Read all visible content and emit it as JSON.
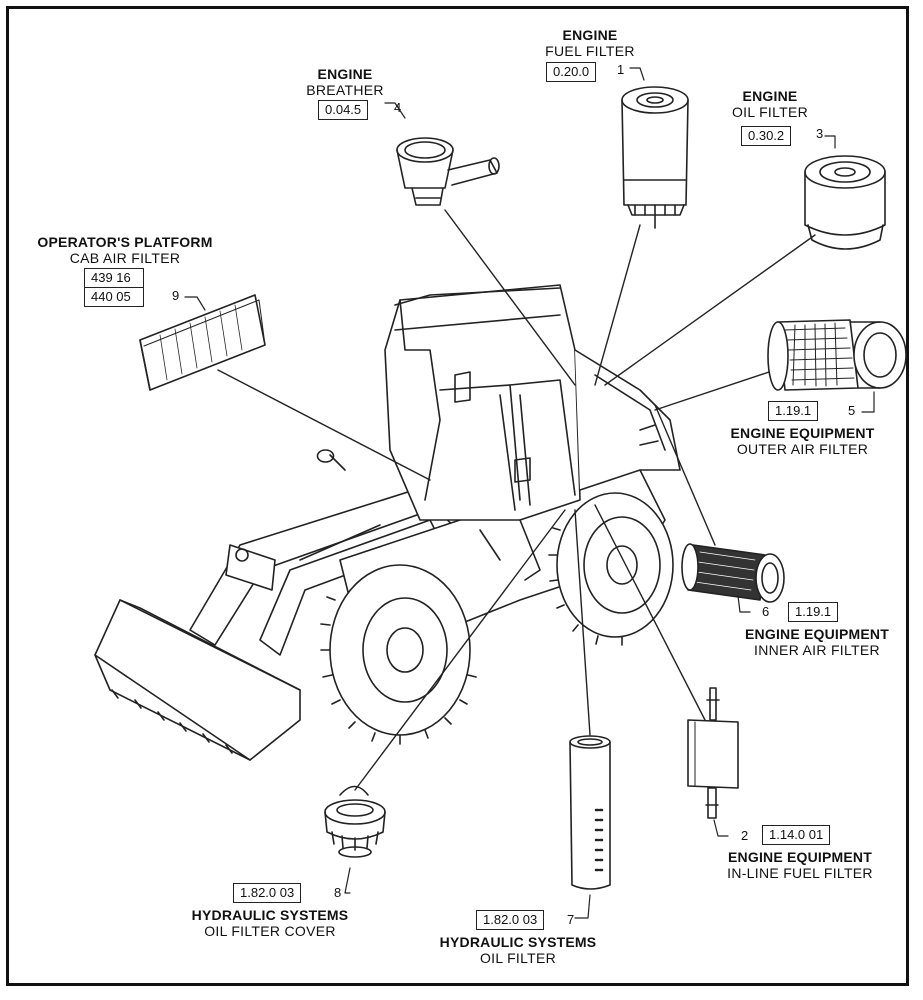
{
  "parts": [
    {
      "id": "fuel_filter",
      "title": "ENGINE",
      "subtitle": "FUEL FILTER",
      "codes": [
        "0.20.0"
      ],
      "number": "1"
    },
    {
      "id": "inline_fuel_filter",
      "title": "ENGINE EQUIPMENT",
      "subtitle": "IN-LINE FUEL FILTER",
      "codes": [
        "1.14.0 01"
      ],
      "number": "2"
    },
    {
      "id": "oil_filter",
      "title": "ENGINE",
      "subtitle": "OIL FILTER",
      "codes": [
        "0.30.2"
      ],
      "number": "3"
    },
    {
      "id": "breather",
      "title": "ENGINE",
      "subtitle": "BREATHER",
      "codes": [
        "0.04.5"
      ],
      "number": "4"
    },
    {
      "id": "outer_air_filter",
      "title": "ENGINE EQUIPMENT",
      "subtitle": "OUTER AIR FILTER",
      "codes": [
        "1.19.1"
      ],
      "number": "5"
    },
    {
      "id": "inner_air_filter",
      "title": "ENGINE EQUIPMENT",
      "subtitle": "INNER AIR FILTER",
      "codes": [
        "1.19.1"
      ],
      "number": "6"
    },
    {
      "id": "hyd_oil_filter",
      "title": "HYDRAULIC SYSTEMS",
      "subtitle": "OIL FILTER",
      "codes": [
        "1.82.0 03"
      ],
      "number": "7"
    },
    {
      "id": "hyd_filter_cover",
      "title": "HYDRAULIC SYSTEMS",
      "subtitle": "OIL FILTER COVER",
      "codes": [
        "1.82.0 03"
      ],
      "number": "8"
    },
    {
      "id": "cab_air_filter",
      "title": "OPERATOR'S PLATFORM",
      "subtitle": "CAB AIR FILTER",
      "codes": [
        "439 16",
        "440 05"
      ],
      "number": "9"
    }
  ]
}
